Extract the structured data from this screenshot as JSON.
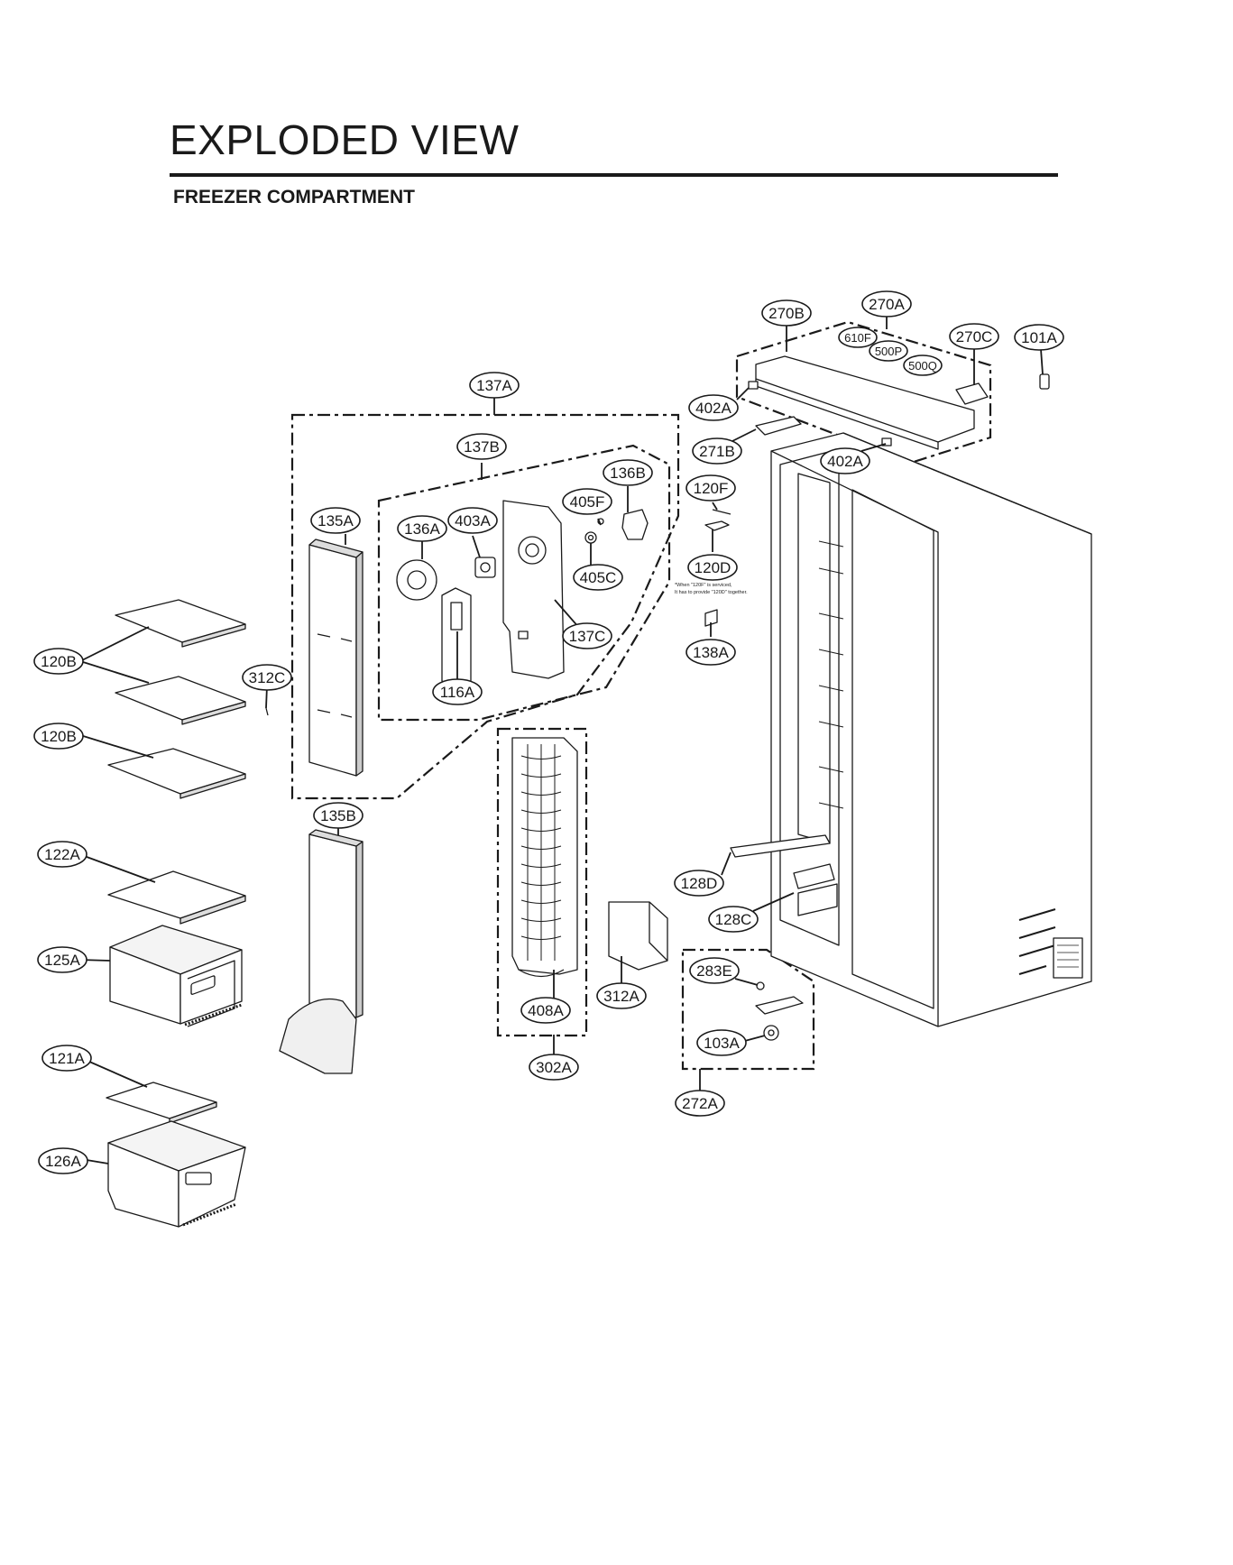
{
  "header": {
    "title": "EXPLODED VIEW",
    "subtitle": "FREEZER COMPARTMENT"
  },
  "note": {
    "line1": "*When \"120F\" is serviced,",
    "line2": "It has to provide \"120D\" together."
  },
  "callouts": [
    "270A",
    "270B",
    "610F",
    "500P",
    "500Q",
    "270C",
    "101A",
    "402A",
    "271B",
    "402A",
    "137A",
    "137B",
    "136B",
    "405F",
    "135A",
    "136A",
    "403A",
    "405C",
    "137C",
    "116A",
    "120F",
    "120D",
    "138A",
    "120B",
    "312C",
    "120B",
    "135B",
    "122A",
    "125A",
    "121A",
    "126A",
    "408A",
    "302A",
    "312A",
    "128D",
    "128C",
    "283E",
    "103A",
    "272A"
  ]
}
